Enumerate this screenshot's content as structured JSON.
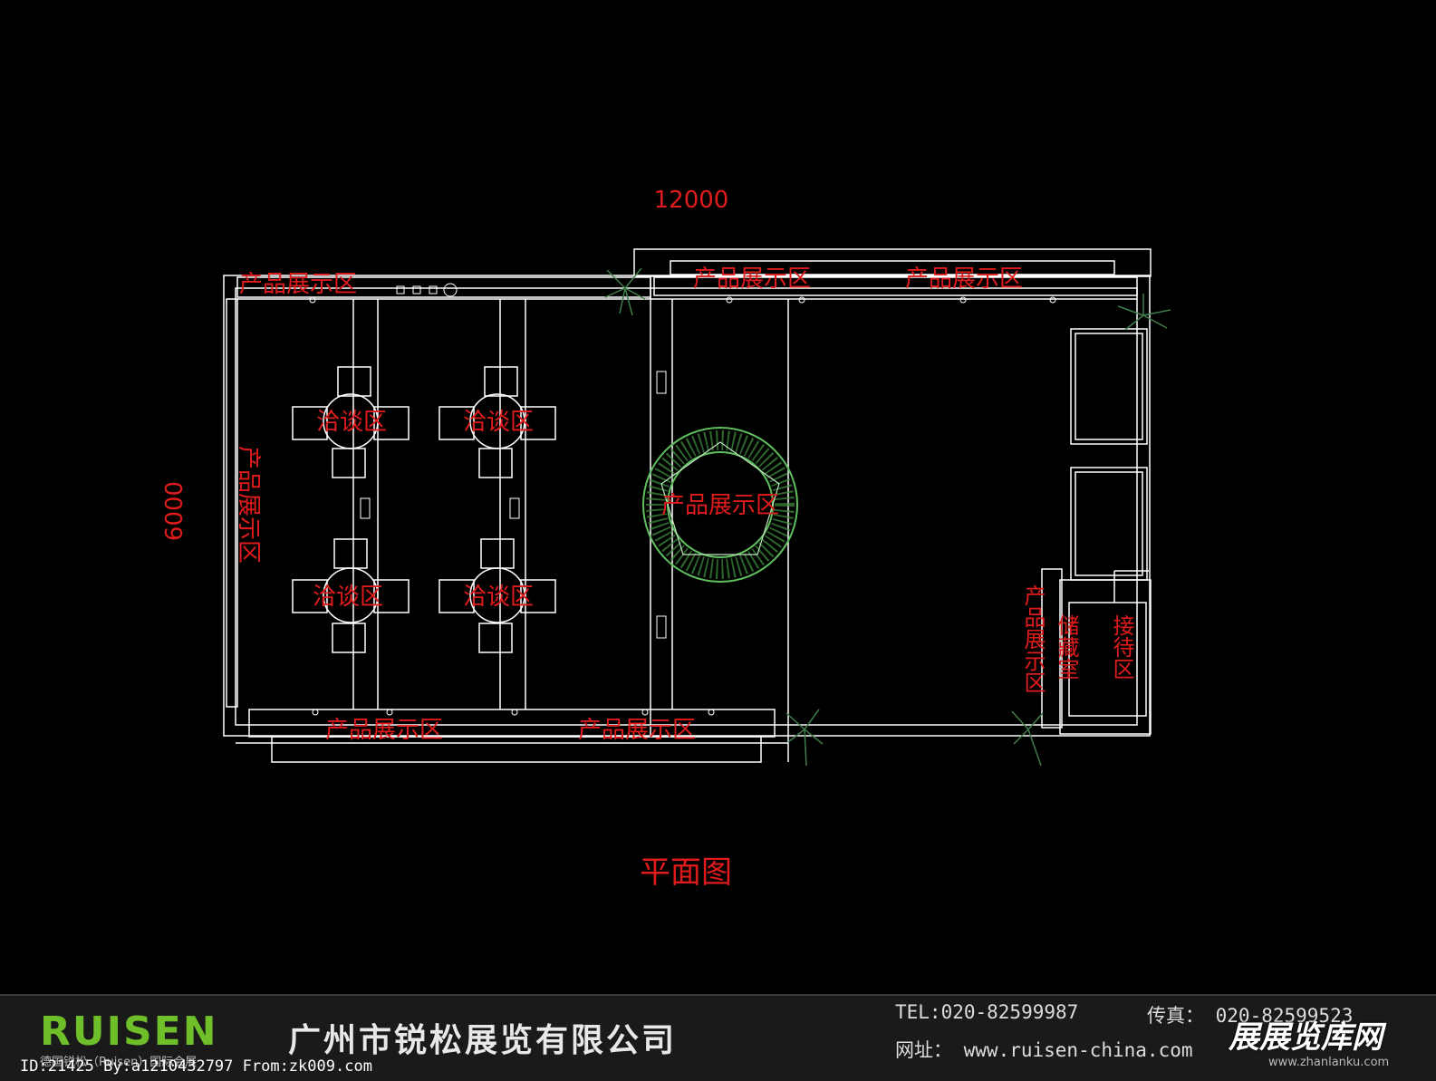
{
  "plan": {
    "dim_width": "12000",
    "dim_height": "6000",
    "caption": "平面图",
    "zones": {
      "display_top_left": "产品展示区",
      "display_top_mid": "产品展示区",
      "display_top_right": "产品展示区",
      "display_left": "产品展示区",
      "display_bottom_left": "产品展示区",
      "display_bottom_right": "产品展示区",
      "display_center": "产品展示区",
      "display_reception_side": "产品展示区",
      "negotiation_1": "洽谈区",
      "negotiation_2": "洽谈区",
      "negotiation_3": "洽谈区",
      "negotiation_4": "洽谈区",
      "storage": "储藏室",
      "reception": "接待区"
    },
    "colors": {
      "background": "#000000",
      "lines": "#ffffff",
      "labels": "#e01b1b",
      "plants": "#3f7d4a",
      "center_ring": "#5fbf5f"
    }
  },
  "footer": {
    "logo": "RUISEN",
    "logo_sub": "德国锐松（Ruisen）国际会展",
    "company": "广州市锐松展览有限公司",
    "tel": "TEL:020-82599987",
    "fax": "传真： 020-82599523",
    "web": "网址： www.ruisen-china.com",
    "id_line": "ID:21425 By:a1210432797 From:zk009.com",
    "watermark": "展展览库网",
    "watermark_sub": "www.zhanlanku.com"
  }
}
